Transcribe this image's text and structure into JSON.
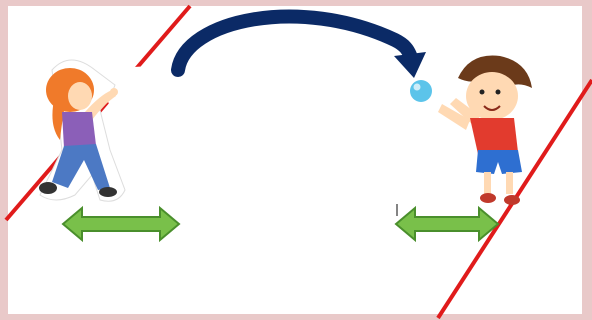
{
  "colors": {
    "frame": "#e9c9c9",
    "panel": "#ffffff",
    "court_line": "#e01b1b",
    "arc": "#0b2a66",
    "arrow_fill": "#79c04a",
    "arrow_stroke": "#4a8f2c",
    "ball": "#5cc4ea",
    "girl_hair": "#f07a2a",
    "girl_shirt": "#8b5fb8",
    "girl_jeans": "#4c79c4",
    "boy_hair": "#6b3a1a",
    "boy_shirt": "#e23b2e",
    "boy_shorts": "#2e6fd1",
    "skin": "#ffd9b3"
  },
  "figures": [
    "girl-throwing",
    "boy-catching"
  ],
  "objects": [
    "ball",
    "throw-arc",
    "double-arrow-left",
    "double-arrow-right",
    "court-line-left",
    "court-line-right"
  ]
}
